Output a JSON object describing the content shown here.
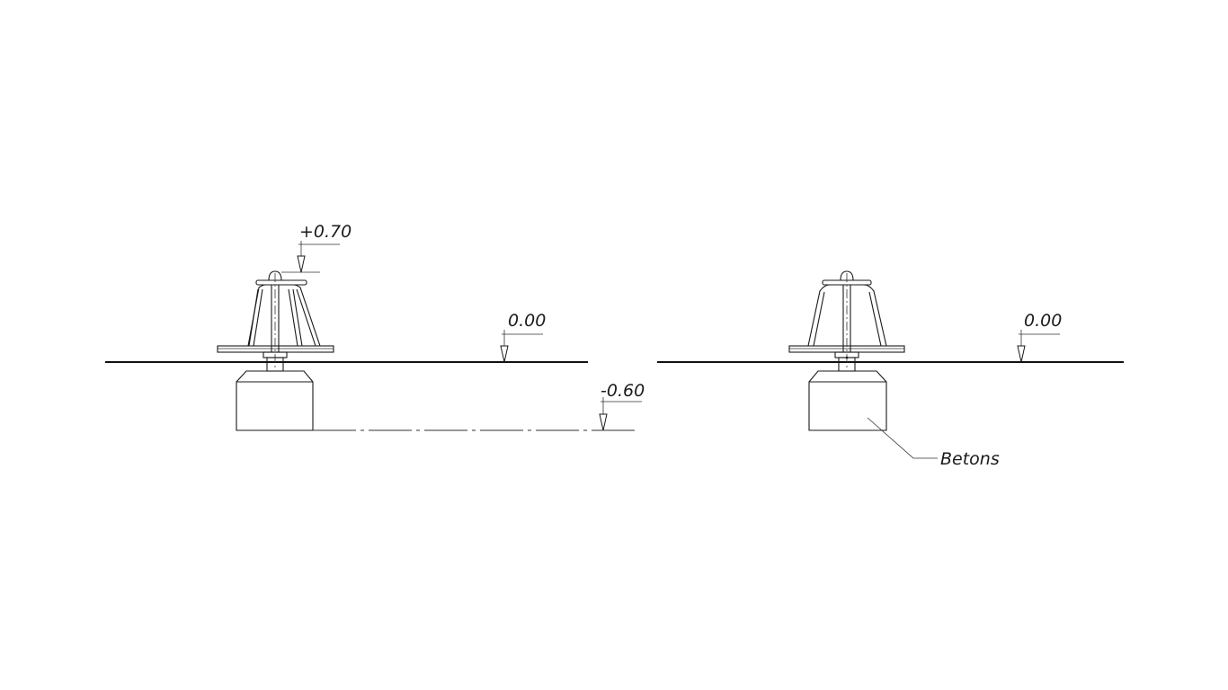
{
  "left_view": {
    "elevation_top": "+0.70",
    "elevation_ground": "0.00",
    "elevation_bottom": "-0.60"
  },
  "right_view": {
    "elevation_ground": "0.00",
    "material_label": "Betons"
  },
  "colors": {
    "line": "#1a1a1a",
    "background": "#ffffff"
  }
}
